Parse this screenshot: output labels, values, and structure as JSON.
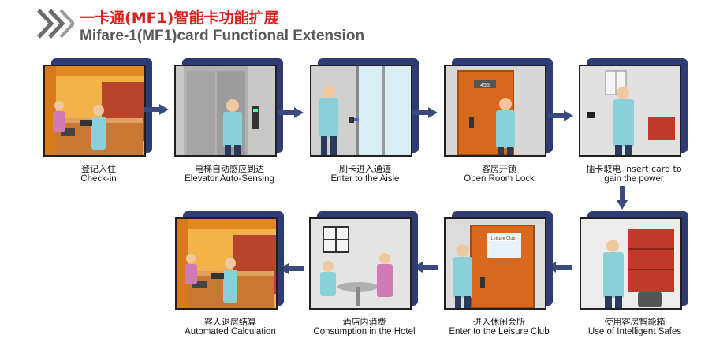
{
  "header": {
    "title_cn_a": "一卡通(",
    "title_cn_b": "MF1",
    "title_cn_c": ")智能卡功能扩展",
    "title_en": "Mifare-1(MF1)card Functional Extension",
    "chevron_icon": "double-chevron-right-icon"
  },
  "colors": {
    "panel": "#2f3b75",
    "title_red": "#d8241f",
    "title_grey": "#595959",
    "arrow": "#3b4a7e"
  },
  "steps": [
    {
      "cn": "登记入住",
      "en": "Check-in"
    },
    {
      "cn": "电梯自动感应到达",
      "en": "Elevator Auto-Sensing"
    },
    {
      "cn": "刷卡进入通道",
      "en": "Enter to the Aisle"
    },
    {
      "cn": "客房开锁",
      "en": "Open Room Lock"
    },
    {
      "cn": "插卡取电 Insert card to",
      "en": "gain the power"
    },
    {
      "cn": "使用客房智能箱",
      "en": "Use of Intelligent Safes"
    },
    {
      "cn": "进入休闲会所",
      "en": "Enter to the Leisure Club"
    },
    {
      "cn": "酒店内消费",
      "en": "Consumption in the Hotel"
    },
    {
      "cn": "客人退房结算",
      "en": "Automated Calculation"
    }
  ],
  "signs": {
    "room_number": "455",
    "club_sign": "Leisure Club"
  }
}
